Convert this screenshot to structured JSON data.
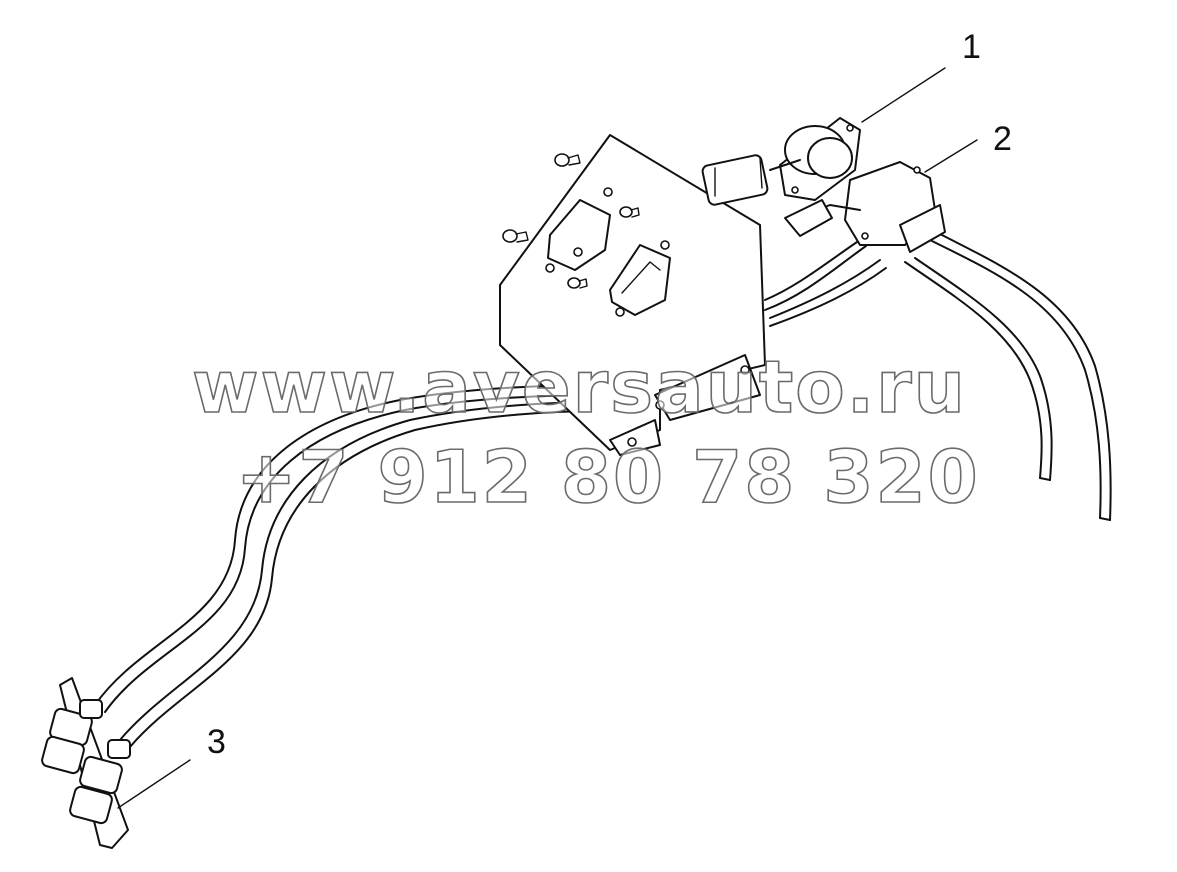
{
  "callouts": {
    "one": "1",
    "two": "2",
    "three": "3"
  },
  "watermark": {
    "site": "www.aversauto.ru",
    "phone": "+7 912 80 78 320"
  },
  "colors": {
    "line": "#111111",
    "background": "#ffffff",
    "watermark_outline": "#6b6b6b"
  }
}
